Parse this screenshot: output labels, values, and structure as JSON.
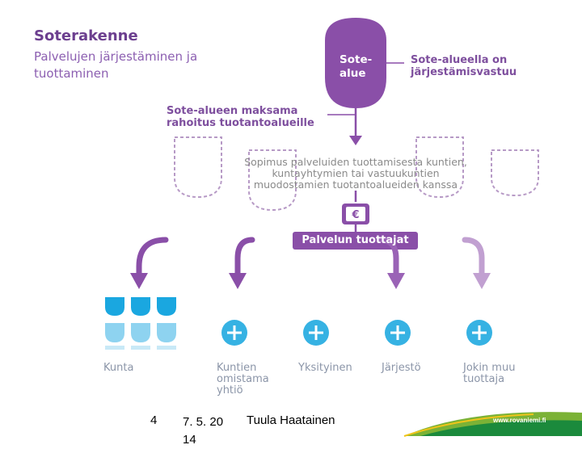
{
  "title": "Soterakenne",
  "subtitle": "Palvelujen järjestäminen ja tuottaminen",
  "node_label": "Sote-\nalue",
  "responsibility_label": "Sote-alueella on järjestämisvastuu",
  "funding_label": "Sote-alueen maksama rahoitus tuotantoalueille",
  "agreement_label": "Sopimus palveluiden tuottamisesta kuntien, kuntayhtymien tai vastuukuntien muodostamien tuotantoalueiden kanssa",
  "euro_symbol": "€",
  "producers_bar": "Palvelun tuottajat",
  "producers": [
    {
      "label": "Kunta"
    },
    {
      "label": "Kuntien omistama yhtiö"
    },
    {
      "label": "Yksityinen"
    },
    {
      "label": "Järjestö"
    },
    {
      "label": "Jokin muu tuottaja"
    }
  ],
  "footer": {
    "slide_number": "4",
    "date": "7. 5. 20\n14",
    "author": "Tuula Haatainen",
    "brand": "www.rovaniemi.fi"
  },
  "colors": {
    "purple": "#8a4fa8",
    "light_purple": "#c7a8d6",
    "blue": "#36b2e3",
    "green": "#7bb236"
  }
}
